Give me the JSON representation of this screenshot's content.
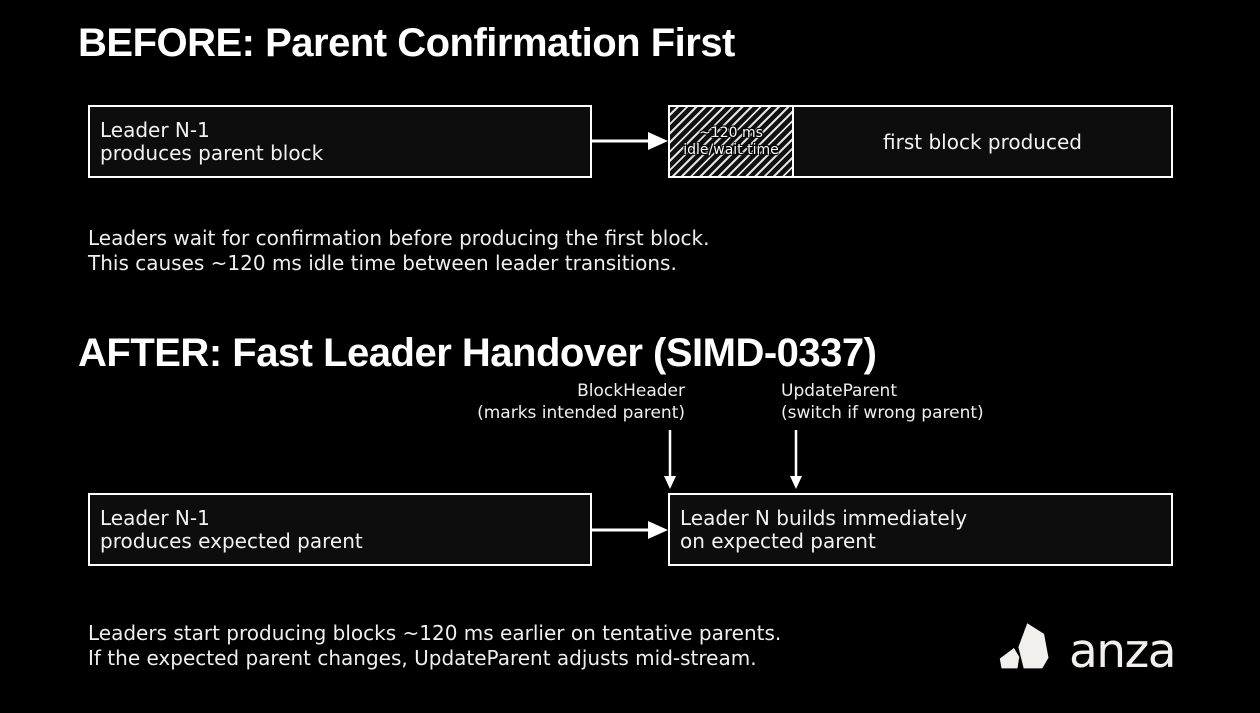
{
  "colors": {
    "background": "#000000",
    "box_fill": "#0d0d0d",
    "stroke": "#ffffff",
    "body_text": "#efefef",
    "logo": "#f2f0ec"
  },
  "before": {
    "title": "BEFORE: Parent Confirmation First",
    "leader_box": {
      "line1": "Leader N-1",
      "line2": "produces parent block"
    },
    "result_box": {
      "hatch_line1": "~120 ms",
      "hatch_line2": "idle/wait time",
      "label": "first block produced"
    },
    "description_line1": "Leaders wait for confirmation before producing the first block.",
    "description_line2": "This causes ~120 ms idle time between leader transitions."
  },
  "after": {
    "title": "AFTER: Fast Leader Handover (SIMD-0337)",
    "annotations": {
      "blockheader_line1": "BlockHeader",
      "blockheader_line2": "(marks intended parent)",
      "updateparent_line1": "UpdateParent",
      "updateparent_line2": "(switch if wrong parent)"
    },
    "leader_box": {
      "line1": "Leader N-1",
      "line2": "produces expected parent"
    },
    "result_box": {
      "line1": "Leader N builds immediately",
      "line2": "on expected parent"
    },
    "description_line1": "Leaders start producing blocks ~120 ms earlier on tentative parents.",
    "description_line2": "If the expected parent changes, UpdateParent adjusts mid-stream."
  },
  "logo": {
    "wordmark": "anza"
  }
}
